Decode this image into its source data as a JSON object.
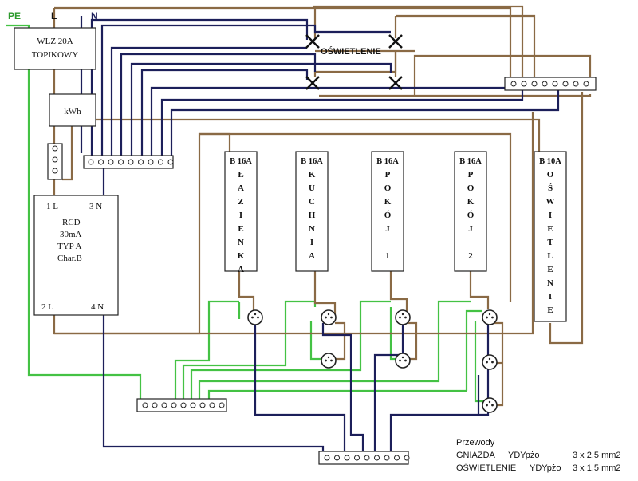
{
  "colors": {
    "pe": "#44c244",
    "live": "#8a6a45",
    "neutral": "#1c1f5a",
    "lamp": "#111111"
  },
  "labels": {
    "pe": "PE",
    "l": "L",
    "n": "N",
    "main_switch_line1": "WLZ 20A",
    "main_switch_line2": "TOPIKOWY",
    "meter": "kWh",
    "rcd_in_l": "1 L",
    "rcd_in_n": "3 N",
    "rcd_line1": "RCD",
    "rcd_line2": "30mA",
    "rcd_line3": "TYP A",
    "rcd_line4": "Char.B",
    "rcd_out_l": "2 L",
    "rcd_out_n": "4 N",
    "lighting": "OŚWIETLENIE"
  },
  "breakers": [
    {
      "rating": "B 16A",
      "name": [
        "Ł",
        "A",
        "Z",
        "I",
        "E",
        "N",
        "K",
        "A"
      ]
    },
    {
      "rating": "B 16A",
      "name": [
        "K",
        "U",
        "C",
        "H",
        "N",
        "I",
        "A"
      ]
    },
    {
      "rating": "B 16A",
      "name": [
        "P",
        "O",
        "K",
        "Ó",
        "J",
        "",
        "1"
      ]
    },
    {
      "rating": "B 16A",
      "name": [
        "P",
        "O",
        "K",
        "Ó",
        "J",
        "",
        "2"
      ]
    },
    {
      "rating": "B 10A",
      "name": [
        "O",
        "Ś",
        "W",
        "I",
        "E",
        "T",
        "L",
        "E",
        "N",
        "I",
        "E"
      ]
    }
  ],
  "legend": {
    "title": "Przewody",
    "rows": [
      {
        "circuit": "GNIAZDA",
        "cable": "YDYpżo",
        "spec": "3 x 2,5 mm2"
      },
      {
        "circuit": "OŚWIETLENIE",
        "cable": "YDYpżo",
        "spec": "3 x 1,5 mm2"
      }
    ]
  }
}
